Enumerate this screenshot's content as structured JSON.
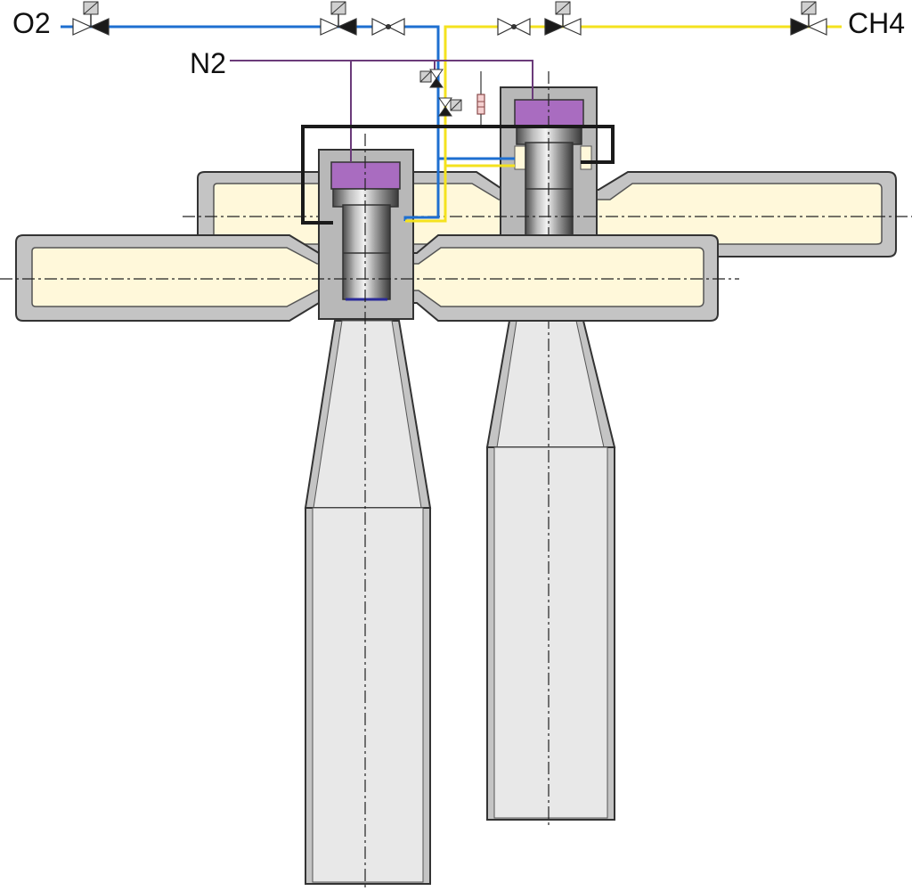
{
  "labels": {
    "oxygen": "O2",
    "methane": "CH4",
    "nitrogen": "N2"
  },
  "colors": {
    "oxygen_line": "#1e6fd0",
    "methane_line": "#f4e21e",
    "nitrogen_line": "#6b3b7a",
    "chamber_fill": "#fff8da",
    "metal_gray": "#c4c4c4",
    "nozzle_fill": "#e8e8e8",
    "injector_head": "#a96cc0",
    "outline": "#333333"
  }
}
